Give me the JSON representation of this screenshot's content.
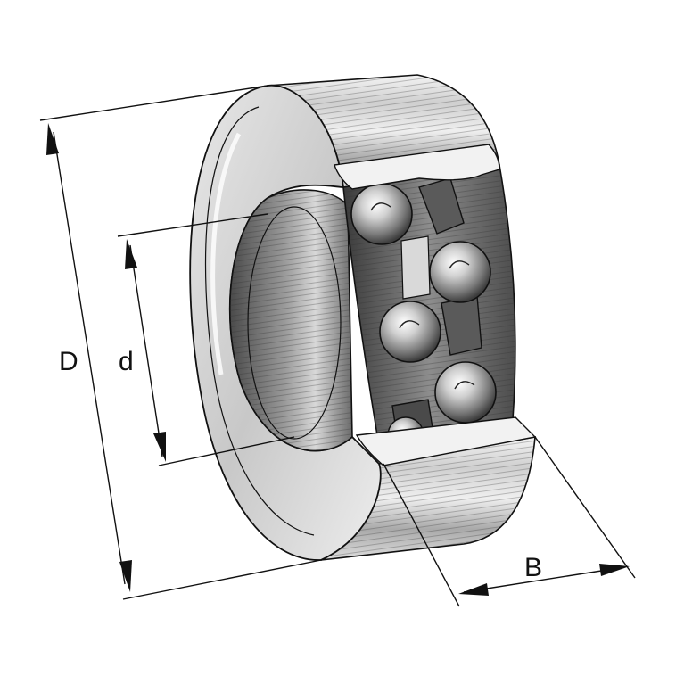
{
  "labels": {
    "outer_diameter": "D",
    "bore_diameter": "d",
    "width": "B"
  },
  "colors": {
    "line": "#111111",
    "metal_light": "#e6e6e6",
    "metal_mid": "#b9b9b9",
    "metal_dark": "#6f6f6f",
    "background": "#ffffff"
  }
}
